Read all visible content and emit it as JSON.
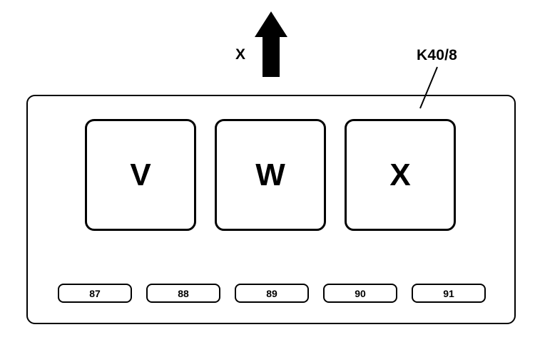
{
  "direction": {
    "label": "X",
    "arrow_icon": "arrow-up-icon"
  },
  "component": {
    "label": "K40/8"
  },
  "relays": [
    {
      "label": "V"
    },
    {
      "label": "W"
    },
    {
      "label": "X"
    }
  ],
  "fuses": [
    {
      "label": "87"
    },
    {
      "label": "88"
    },
    {
      "label": "89"
    },
    {
      "label": "90"
    },
    {
      "label": "91"
    }
  ]
}
